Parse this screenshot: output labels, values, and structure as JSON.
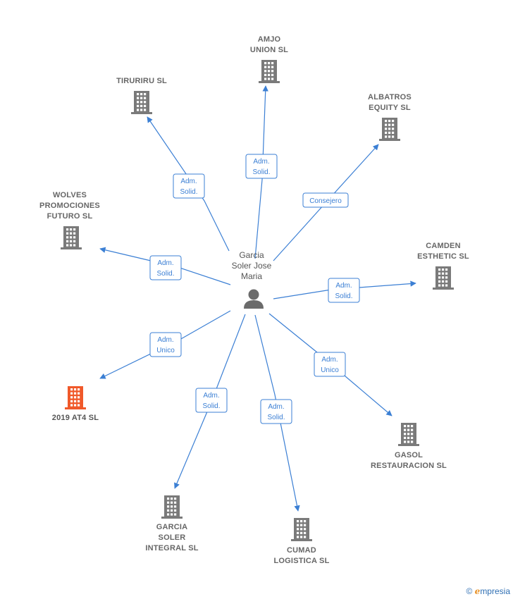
{
  "center": {
    "name_lines": [
      "Garcia",
      "Soler Jose",
      "Maria"
    ]
  },
  "companies": [
    {
      "id": "amjo",
      "lines": [
        "AMJO",
        "UNION  SL"
      ],
      "role_lines": [
        "Adm.",
        "Solid."
      ],
      "highlight": false
    },
    {
      "id": "tiruriru",
      "lines": [
        "TIRURIRU  SL"
      ],
      "role_lines": [
        "Adm.",
        "Solid."
      ],
      "highlight": false
    },
    {
      "id": "albatros",
      "lines": [
        "ALBATROS",
        "EQUITY  SL"
      ],
      "role_lines": [
        "Consejero"
      ],
      "highlight": false
    },
    {
      "id": "wolves",
      "lines": [
        "WOLVES",
        "PROMOCIONES",
        "FUTURO  SL"
      ],
      "role_lines": [
        "Adm.",
        "Solid."
      ],
      "highlight": false
    },
    {
      "id": "camden",
      "lines": [
        "CAMDEN",
        "ESTHETIC  SL"
      ],
      "role_lines": [
        "Adm.",
        "Solid."
      ],
      "highlight": false
    },
    {
      "id": "at4",
      "lines": [
        "2019 AT4  SL"
      ],
      "role_lines": [
        "Adm.",
        "Unico"
      ],
      "highlight": true
    },
    {
      "id": "gasol",
      "lines": [
        "GASOL",
        "RESTAURACION SL"
      ],
      "role_lines": [
        "Adm.",
        "Unico"
      ],
      "highlight": false
    },
    {
      "id": "garcia-soler-integral",
      "lines": [
        "GARCIA",
        "SOLER",
        "INTEGRAL SL"
      ],
      "role_lines": [
        "Adm.",
        "Solid."
      ],
      "highlight": false
    },
    {
      "id": "cumad",
      "lines": [
        "CUMAD",
        "LOGISTICA  SL"
      ],
      "role_lines": [
        "Adm.",
        "Solid."
      ],
      "highlight": false
    }
  ],
  "colors": {
    "edge": "#3b7fd4",
    "building": "#7a7a7a",
    "building_highlight": "#f0592a",
    "person": "#6b6b6b"
  },
  "footer": {
    "copyright": "©",
    "brand_initial": "e",
    "brand_rest": "mpresia"
  }
}
